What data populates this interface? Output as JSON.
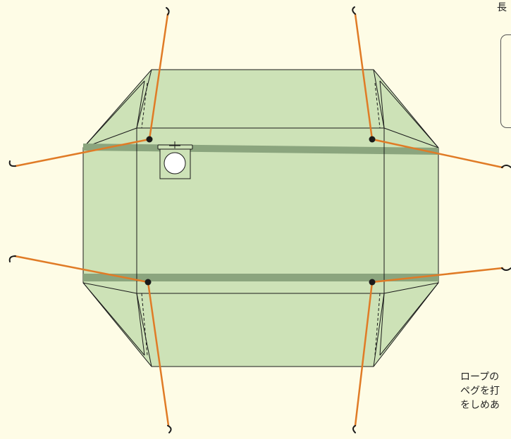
{
  "labels": {
    "top_right": "長",
    "bottom_line_1": "ロープの",
    "bottom_line_2": "ペグを打",
    "bottom_line_3": "をしめあ"
  },
  "colors": {
    "background": "#FEFCE6",
    "tent_fill": "#CDE2B7",
    "band": "#8BA57E",
    "rope": "#E07B26",
    "outline": "#1A1A1A"
  }
}
